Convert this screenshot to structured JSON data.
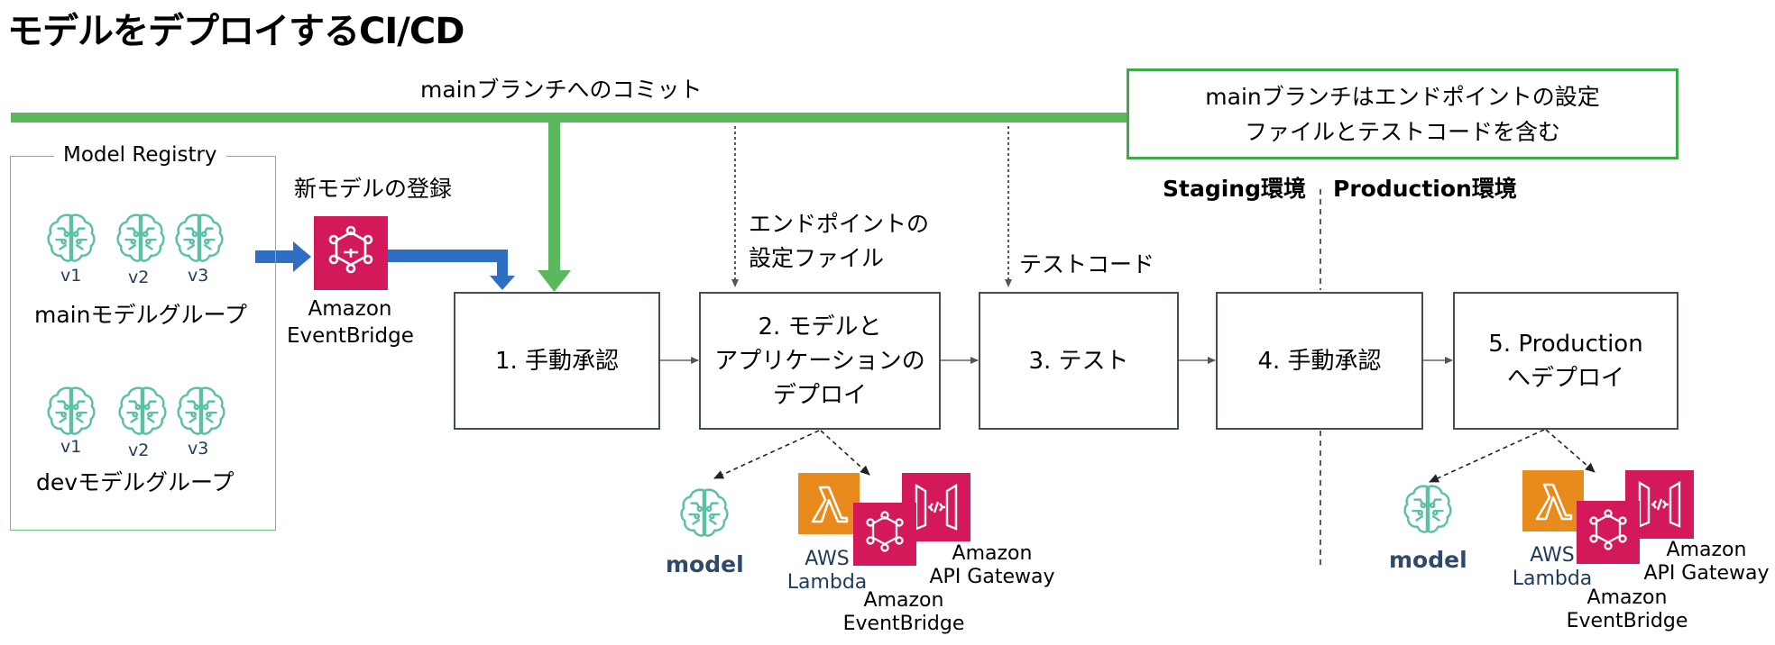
{
  "title": "モデルをデプロイするCI/CD",
  "commit_label": "mainブランチへのコミット",
  "note": {
    "line1": "mainブランチはエンドポイントの設定",
    "line2": "ファイルとテストコードを含む"
  },
  "registry": {
    "title": "Model Registry",
    "groups": [
      {
        "name": "mainモデルグループ",
        "versions": [
          "v1",
          "v2",
          "v3"
        ]
      },
      {
        "name": "devモデルグループ",
        "versions": [
          "v1",
          "v2",
          "v3"
        ]
      }
    ]
  },
  "register_label": "新モデルの登録",
  "eventbridge_label": {
    "line1": "Amazon",
    "line2": "EventBridge"
  },
  "inputs": {
    "endpoint_config": {
      "line1": "エンドポイントの",
      "line2": "設定ファイル"
    },
    "test_code": "テストコード"
  },
  "environments": {
    "staging": "Staging環境",
    "production": "Production環境"
  },
  "steps": [
    {
      "lines": [
        "1. 手動承認"
      ]
    },
    {
      "lines": [
        "2. モデルと",
        "アプリケーションの",
        "デプロイ"
      ]
    },
    {
      "lines": [
        "3. テスト"
      ]
    },
    {
      "lines": [
        "4. 手動承認"
      ]
    },
    {
      "lines": [
        "5. Production",
        "へデプロイ"
      ]
    }
  ],
  "deploy_targets": [
    {
      "model_label": "model",
      "lambda": {
        "line1": "AWS",
        "line2": "Lambda"
      },
      "eventbridge": {
        "line1": "Amazon",
        "line2": "EventBridge"
      },
      "apigw": {
        "line1": "Amazon",
        "line2": "API Gateway"
      }
    },
    {
      "model_label": "model",
      "lambda": {
        "line1": "AWS",
        "line2": "Lambda"
      },
      "eventbridge": {
        "line1": "Amazon",
        "line2": "EventBridge"
      },
      "apigw": {
        "line1": "Amazon",
        "line2": "API Gateway"
      }
    }
  ],
  "colors": {
    "green_branch": "#5cb85c",
    "green_note_border": "#3eaa4a",
    "blue_arrow": "#2e6ec3",
    "brain_icon": "#5cc0a8",
    "eventbridge_pink": "#d4195b",
    "lambda_orange": "#e98b1c",
    "apigw_pink": "#d4195b",
    "box_border": "#444c56"
  }
}
